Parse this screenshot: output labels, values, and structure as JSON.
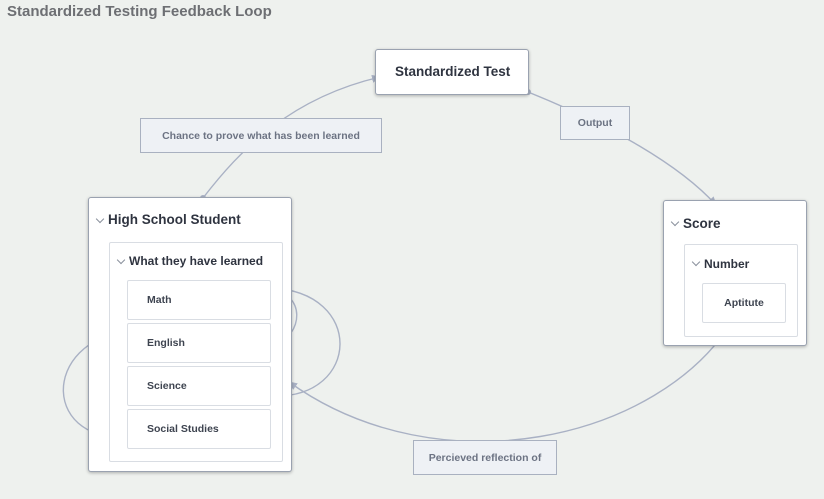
{
  "title": "Standardized Testing Feedback Loop",
  "nodes": {
    "standardized_test": "Standardized Test",
    "student": "High School Student",
    "learned_group": "What they have learned",
    "subjects": [
      "Math",
      "English",
      "Science",
      "Social Studies"
    ],
    "score": "Score",
    "number_group": "Number",
    "aptitude": "Aptitute"
  },
  "edge_labels": {
    "chance": "Chance to prove what has been learned",
    "output": "Output",
    "reflection": "Percieved reflection of"
  },
  "colors": {
    "edge": "#a9b1c4",
    "background": "#eef1ee"
  }
}
